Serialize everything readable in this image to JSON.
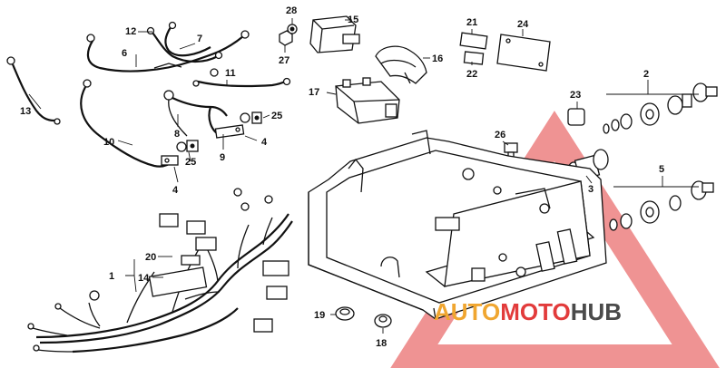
{
  "diagram": {
    "callouts": [
      {
        "id": "c1",
        "text": "1"
      },
      {
        "id": "c2",
        "text": "2"
      },
      {
        "id": "c3",
        "text": "3"
      },
      {
        "id": "c4a",
        "text": "4"
      },
      {
        "id": "c4b",
        "text": "4"
      },
      {
        "id": "c5",
        "text": "5"
      },
      {
        "id": "c6",
        "text": "6"
      },
      {
        "id": "c7",
        "text": "7"
      },
      {
        "id": "c8",
        "text": "8"
      },
      {
        "id": "c9",
        "text": "9"
      },
      {
        "id": "c10",
        "text": "10"
      },
      {
        "id": "c11",
        "text": "11"
      },
      {
        "id": "c12",
        "text": "12"
      },
      {
        "id": "c13",
        "text": "13"
      },
      {
        "id": "c14",
        "text": "14"
      },
      {
        "id": "c15",
        "text": "15"
      },
      {
        "id": "c16",
        "text": "16"
      },
      {
        "id": "c17",
        "text": "17"
      },
      {
        "id": "c18",
        "text": "18"
      },
      {
        "id": "c19",
        "text": "19"
      },
      {
        "id": "c20",
        "text": "20"
      },
      {
        "id": "c21",
        "text": "21"
      },
      {
        "id": "c22",
        "text": "22"
      },
      {
        "id": "c23",
        "text": "23"
      },
      {
        "id": "c24",
        "text": "24"
      },
      {
        "id": "c25a",
        "text": "25"
      },
      {
        "id": "c25b",
        "text": "25"
      },
      {
        "id": "c26",
        "text": "26"
      },
      {
        "id": "c27",
        "text": "27"
      },
      {
        "id": "c28",
        "text": "28"
      }
    ]
  },
  "watermark": {
    "part1": "AUTO",
    "part2": "MOTO",
    "part3": "HUB",
    "colors": {
      "auto": "#f0a630",
      "moto": "#e23b3b",
      "hub": "#4a4a4a",
      "triangle": "#e23b3b"
    }
  }
}
